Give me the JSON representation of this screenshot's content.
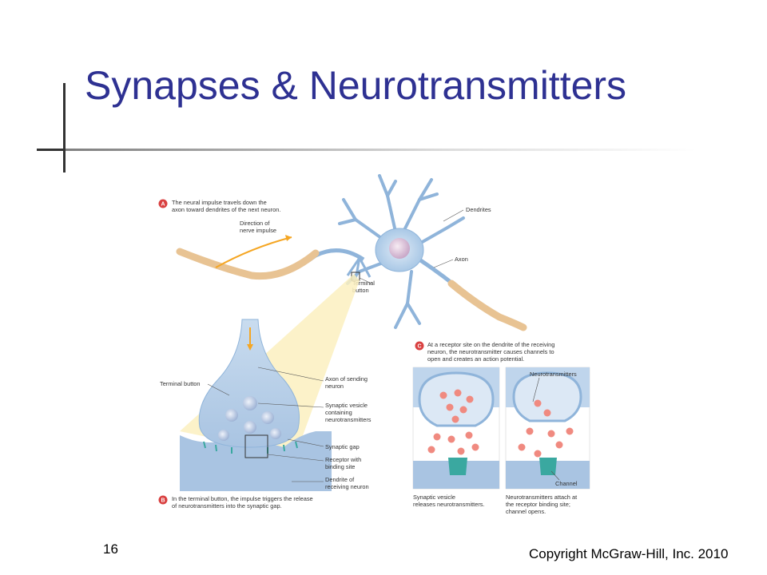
{
  "slide": {
    "title": "Synapses & Neurotransmitters",
    "page_number": "16",
    "copyright": "Copyright McGraw-Hill, Inc. 2010"
  },
  "figure": {
    "panel_a": {
      "badge": "A",
      "caption_lines": [
        "The neural impulse travels down the",
        "axon toward dendrites of the next neuron."
      ],
      "direction_label": [
        "Direction of",
        "nerve impulse"
      ],
      "dendrites": "Dendrites",
      "axon": "Axon",
      "terminal_button": [
        "Terminal",
        "button"
      ]
    },
    "panel_b": {
      "badge": "B",
      "terminal_button": "Terminal button",
      "axon_sending": [
        "Axon of sending",
        "neuron"
      ],
      "synaptic_vesicle": [
        "Synaptic vesicle",
        "containing",
        "neurotransmitters"
      ],
      "synaptic_gap": "Synaptic gap",
      "receptor": [
        "Receptor with",
        "binding site"
      ],
      "dendrite_receiving": [
        "Dendrite of",
        "receiving neuron"
      ],
      "caption_lines": [
        "In the terminal button, the impulse triggers the release",
        "of neurotransmitters into the synaptic gap."
      ]
    },
    "panel_c": {
      "badge": "C",
      "caption_lines": [
        "At a receptor site on the dendrite of the receiving",
        "neuron, the neurotransmitter causes channels to",
        "open and creates an action potential."
      ],
      "neurotransmitters": "Neurotransmitters",
      "channel": "Channel",
      "left_caption": [
        "Synaptic vesicle",
        "releases neurotransmitters."
      ],
      "right_caption": [
        "Neurotransmitters attach at",
        "the receptor binding site;",
        "channel opens."
      ]
    }
  },
  "colors": {
    "title": "#2e3192",
    "neuron_fill": "#a9c8e6",
    "myelin": "#e8c393",
    "badge": "#d94040",
    "cone": "#fbf0c0",
    "transmitter": "#f08a80",
    "channel": "#3aa8a0"
  }
}
